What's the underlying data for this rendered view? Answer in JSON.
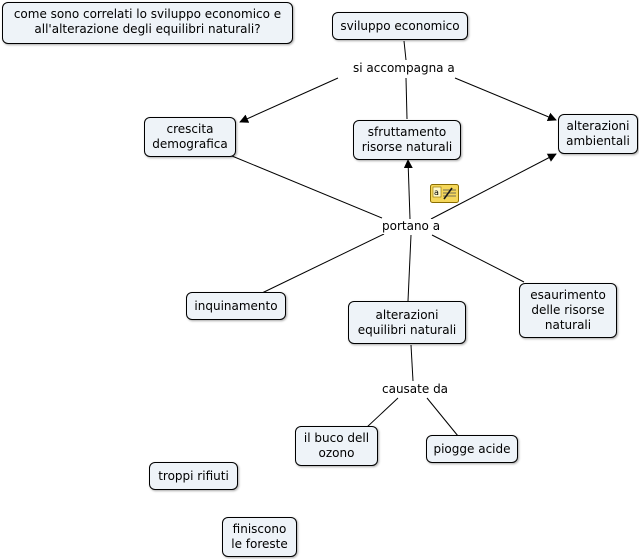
{
  "question": "come sono correlati lo sviluppo economico e\nall'alterazione degli equilibri naturali?",
  "concepts": {
    "sviluppo": "sviluppo economico",
    "crescita": "crescita\ndemografica",
    "sfruttamento": "sfruttamento\nrisorse naturali",
    "alterazioni_amb": "alterazioni\nambientali",
    "inquinamento": "inquinamento",
    "alterazioni_eq": "alterazioni\nequilibri naturali",
    "esaurimento": "esaurimento\ndelle risorse\nnaturali",
    "buco": "il buco dell\nozono",
    "piogge": "piogge acide",
    "rifiuti": "troppi rifiuti",
    "foreste": "finiscono\nle foreste"
  },
  "linking_phrases": {
    "si_accompagna": "si accompagna a",
    "portano": "portano a",
    "causate": "causate da"
  },
  "colors": {
    "node_fill": "#eef3f8",
    "node_border": "#000000",
    "line": "#000000",
    "icon_fill": "#f5d75a"
  },
  "icons": [
    "annotation-icon"
  ]
}
